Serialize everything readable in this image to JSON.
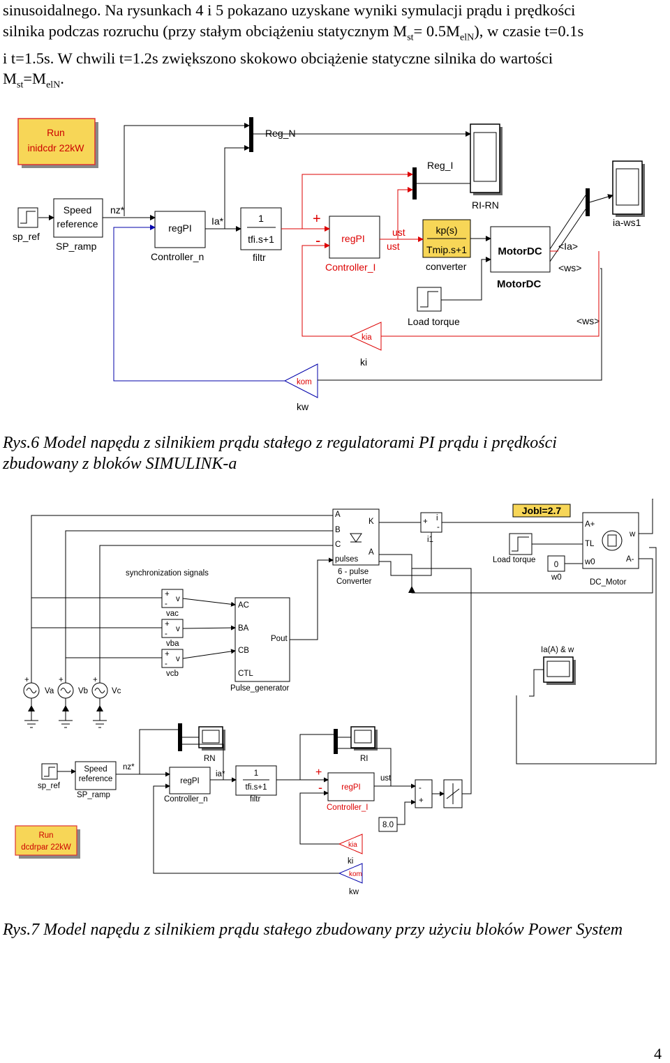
{
  "paragraph": {
    "l1": "sinusoidalnego. Na rysunkach  4 i 5  pokazano uzyskane wyniki symulacji prądu  i prędkości",
    "l2a": "silnika podczas rozruchu (przy stałym obciążeniu statycznym M",
    "l2b": "st",
    "l2c": "= 0.5M",
    "l2d": "elN",
    "l2e": "),  w czasie t=0.1s",
    "l3": "i t=1.5s. W chwili t=1.2s zwiększono skokowo obciążenie statyczne silnika do wartości",
    "l4a": "M",
    "l4b": "st",
    "l4c": "=M",
    "l4d": "elN",
    "l4e": "."
  },
  "fig6": {
    "run_l1": "Run",
    "run_l2": "inidcdr 22kW",
    "reg_n": "Reg_N",
    "reg_i": "Reg_I",
    "ri_rn": "RI-RN",
    "ia_ws1": "ia-ws1",
    "sp_ref": "sp_ref",
    "speed_l1": "Speed",
    "speed_l2": "reference",
    "sp_ramp": "SP_ramp",
    "nz": "nz*",
    "regpi": "regPI",
    "controller_n": "Controller_n",
    "ia_star": "Ia*",
    "one": "1",
    "tfi": "tfi.s+1",
    "filtr": "filtr",
    "plus": "+",
    "minus": "-",
    "regpi2": "regPI",
    "controller_i": "Controller_I",
    "ust_out": "ust",
    "ust_in": "ust",
    "kps": "kp(s)",
    "tmip": "Tmip.s+1",
    "converter": "converter",
    "motordc_block": "MotorDC",
    "motordc_label": "MotorDC",
    "ia_port": "<Ia>",
    "ws_port": "<ws>",
    "load_torque": "Load torque",
    "ws_tag": "<ws>",
    "kia": "kia",
    "ki": "ki",
    "kom": "kom",
    "kw": "kw"
  },
  "caption6": {
    "l1": "Rys.6 Model napędu z silnikiem prądu stałego z regulatorami PI prądu i prędkości",
    "l2": "zbudowany z bloków SIMULINK-a"
  },
  "fig7": {
    "conv_a": "A",
    "conv_b": "B",
    "conv_c": "C",
    "conv_k": "K",
    "conv_a2": "A",
    "pulses": "pulses",
    "conv_l1": "6 - pulse",
    "conv_l2": "Converter",
    "i1_plus": "+",
    "i1_minus": "-",
    "i1_i": "i",
    "i1": "i1",
    "jobl": "Jobl=2.7",
    "load_torque": "Load torque",
    "w0_const": "0",
    "w0": "w0",
    "m_aplus": "A+",
    "m_tl": "TL",
    "m_w0": "w0",
    "m_w": "w",
    "m_aminus": "A-",
    "dc_motor": "DC_Motor",
    "sync": "synchronization signals",
    "vm_plus": "+",
    "vm_minus": "-",
    "vm_v": "v",
    "vac": "vac",
    "vba": "vba",
    "vcb": "vcb",
    "pg_ac": "AC",
    "pg_ba": "BA",
    "pg_cb": "CB",
    "pg_ctl": "CTL",
    "pout": "Pout",
    "pulse_gen": "Pulse_generator",
    "ia_w": "Ia(A) & w",
    "va": "Va",
    "vb": "Vb",
    "vc": "Vc",
    "src_plus": "+",
    "rn": "RN",
    "ri": "RI",
    "sp_ref": "sp_ref",
    "speed_l1": "Speed",
    "speed_l2": "reference",
    "sp_ramp": "SP_ramp",
    "nz": "nz*",
    "regpi": "regPI",
    "controller_n": "Controller_n",
    "ia_star": "ia*",
    "one": "1",
    "tfi": "tfi.s+1",
    "filtr": "filtr",
    "plus": "+",
    "minus": "-",
    "regpi2": "regPI",
    "controller_i": "Controller_I",
    "ust": "ust",
    "sum_minus": "-",
    "sum_plus": "+",
    "eight": "8.0",
    "run_l1": "Run",
    "run_l2": "dcdrpar 22kW",
    "kia": "kia",
    "ki": "ki",
    "kom": "kom",
    "kw": "kw"
  },
  "caption7": {
    "text": "Rys.7 Model napędu z silnikiem prądu stałego zbudowany przy użyciu bloków Power System"
  },
  "page_number": "4"
}
